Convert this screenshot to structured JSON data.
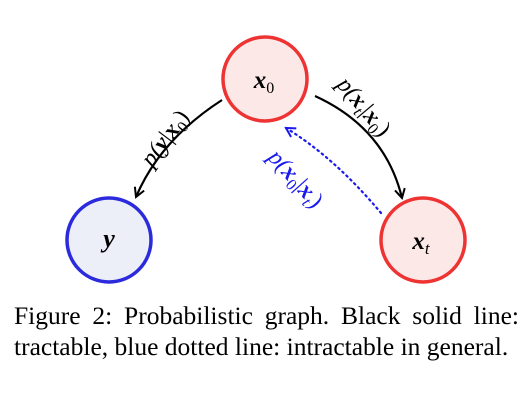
{
  "nodes": {
    "x0": {
      "base": "x",
      "sub": "0",
      "fill": "#fde8e8",
      "stroke": "#ee3333"
    },
    "y": {
      "base": "y",
      "sub": "",
      "fill": "#eceef8",
      "stroke": "#2b2bdd"
    },
    "xt": {
      "base": "x",
      "sub": "t",
      "fill": "#fde8e8",
      "stroke": "#ee3333"
    }
  },
  "edges": {
    "x0_to_y": {
      "text": "p(y|x0)",
      "p": "p(",
      "var1": "y",
      "bar": "|",
      "var2": "x",
      "sub2": "0",
      "close": ")",
      "color": "#000000",
      "style": "solid"
    },
    "x0_to_xt": {
      "text": "p(xt|x0)",
      "p": "p(",
      "var1": "x",
      "sub1": "t",
      "bar": "|",
      "var2": "x",
      "sub2": "0",
      "close": ")",
      "color": "#000000",
      "style": "solid"
    },
    "xt_to_x0": {
      "text": "p(x0|xt)",
      "p": "p(",
      "var1": "x",
      "sub1": "0",
      "bar": "|",
      "var2": "x",
      "sub2": "t",
      "close": ")",
      "color": "#1a1aee",
      "style": "dotted"
    }
  },
  "caption": {
    "text": "Figure 2: Probabilistic graph. Black solid line: tractable, blue dotted line: intractable in general."
  }
}
